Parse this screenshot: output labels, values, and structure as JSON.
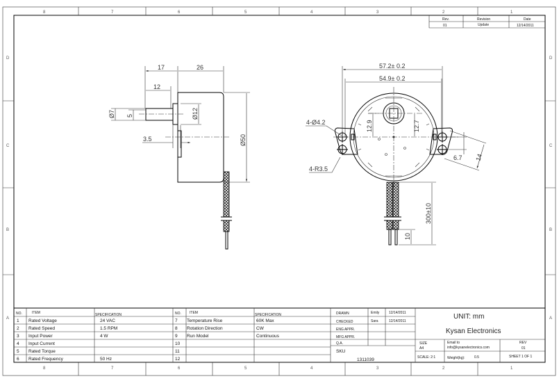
{
  "zones": {
    "columns": [
      "8",
      "7",
      "6",
      "5",
      "4",
      "3",
      "2",
      "1"
    ],
    "rows": [
      "D",
      "C",
      "B",
      "A"
    ]
  },
  "revision_table": {
    "headers": [
      "Rev.",
      "Revision",
      "Date"
    ],
    "rows": [
      [
        "01",
        "Update",
        "12/14/2011"
      ]
    ]
  },
  "side_view": {
    "dims": {
      "shaft_len": "17",
      "body_len": "26",
      "flat_len": "12",
      "shaft_dia": "Ø7",
      "flat": "5",
      "boss_dia": "Ø12",
      "body_dia": "Ø50",
      "offset": "3.5"
    }
  },
  "front_view": {
    "dims": {
      "outer_width": "57.2± 0.2",
      "hole_spacing": "54.9± 0.2",
      "left_offset": "12.9",
      "right_offset": "12.7",
      "hole_label": "4-Ø4.2",
      "radius_label": "4-R3.5",
      "ear_width": "14",
      "hole_pitch": "6.7",
      "lead_len": "300±10",
      "strip_len": "10"
    }
  },
  "spec_table": {
    "headers": {
      "no": "NO.",
      "item": "ITEM",
      "spec": "SPECIFICATION"
    },
    "left": [
      {
        "no": "1",
        "item": "Rated Voltage",
        "spec": "24 VAC"
      },
      {
        "no": "2",
        "item": "Rated Speed",
        "spec": "1.5 RPM"
      },
      {
        "no": "3",
        "item": "Input Power",
        "spec": "4 W"
      },
      {
        "no": "4",
        "item": "Input Current",
        "spec": ""
      },
      {
        "no": "5",
        "item": "Rated Torque",
        "spec": ""
      },
      {
        "no": "6",
        "item": "Rated Frequency",
        "spec": "50 Hz"
      }
    ],
    "right": [
      {
        "no": "7",
        "item": "Temperature Rise",
        "spec": "60K  Max"
      },
      {
        "no": "8",
        "item": "Rotation Direction",
        "spec": "CW"
      },
      {
        "no": "9",
        "item": "Run Model",
        "spec": "Continuous"
      },
      {
        "no": "10",
        "item": "",
        "spec": ""
      },
      {
        "no": "11",
        "item": "",
        "spec": ""
      },
      {
        "no": "12",
        "item": "",
        "spec": ""
      }
    ]
  },
  "approvals": [
    {
      "role": "DRAWN",
      "name": "Emily",
      "date": "12/14/2011"
    },
    {
      "role": "CHECKED",
      "name": "Sara",
      "date": "12/14/2011"
    },
    {
      "role": "ENG APPR.",
      "name": "",
      "date": ""
    },
    {
      "role": "MFG APPR.",
      "name": "",
      "date": ""
    },
    {
      "role": "Q.A.",
      "name": "",
      "date": ""
    }
  ],
  "title_block": {
    "sku_label": "SKU",
    "sku": "1311039",
    "unit": "UNIT: mm",
    "company": "Kysan Electronics",
    "size_label": "SIZE",
    "size": "A4",
    "email_label": "Email to",
    "email": "info@kysanelectronics.com",
    "rev_label": "REV",
    "rev": "01",
    "scale": "SCALE: 2:1",
    "weight_label": "Weight(kg):",
    "weight": "0.5",
    "sheet": "SHEET 1 OF 1"
  }
}
